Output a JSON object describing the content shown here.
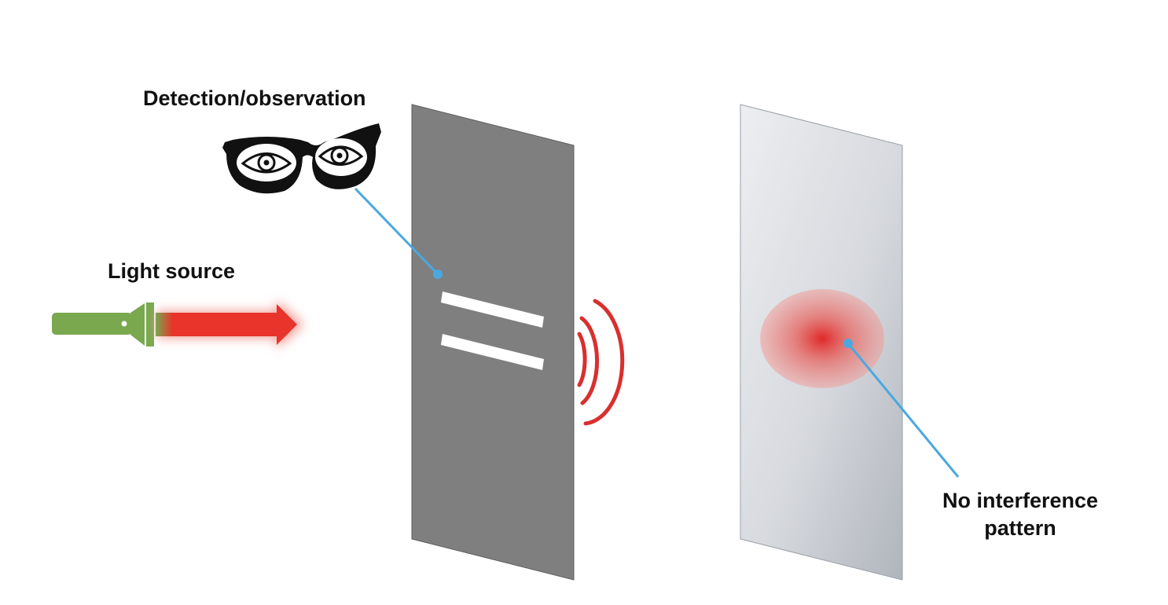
{
  "labels": {
    "detection": "Detection/observation",
    "light_source": "Light source",
    "result_line1": "No interference",
    "result_line2": "pattern"
  },
  "colors": {
    "barrier": "#7f7f7f",
    "screen_light": "#e6e8eb",
    "screen_dark": "#b4b8bf",
    "flashlight": "#79a84f",
    "beam": "#e8342a",
    "detector_wave": "#d92f2f",
    "pointer_line": "#4aa8e0",
    "spot": "#e52b2b",
    "glasses": "#111111",
    "slit": "#ffffff"
  },
  "icons": {
    "observer": "glasses-eyes-icon",
    "source": "flashlight-icon",
    "detector": "signal-waves-icon"
  }
}
